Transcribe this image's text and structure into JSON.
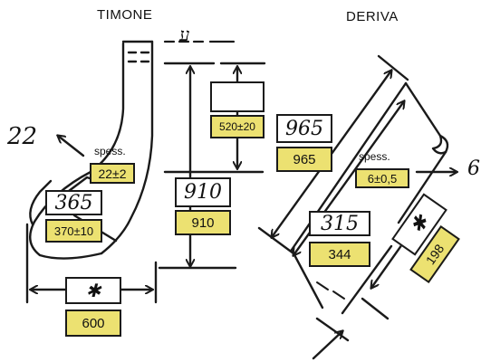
{
  "diagram": {
    "titles": {
      "rudder": "TIMONE",
      "keel": "DERIVA"
    },
    "rudder": {
      "hand_top": "ע",
      "hand_arrow_note": "22",
      "spess_label": "spess.",
      "spess_value": "22±2",
      "upper_right_tolerance": "520±20",
      "chord_hand": "365",
      "chord_value": "370±10",
      "height_hand": "910",
      "height_value": "910",
      "width_hand": "✱",
      "width_value": "600"
    },
    "keel": {
      "length_hand": "965",
      "length_value": "965",
      "spess_label": "spess.",
      "spess_value": "6±0,5",
      "spess_hand_note": "6",
      "chord_hand": "315",
      "chord_value": "344",
      "side_hand": "✱",
      "side_value": "198"
    },
    "colors": {
      "highlight": "#ece171",
      "ink": "#1a1a1a",
      "paper": "#ffffff"
    }
  }
}
